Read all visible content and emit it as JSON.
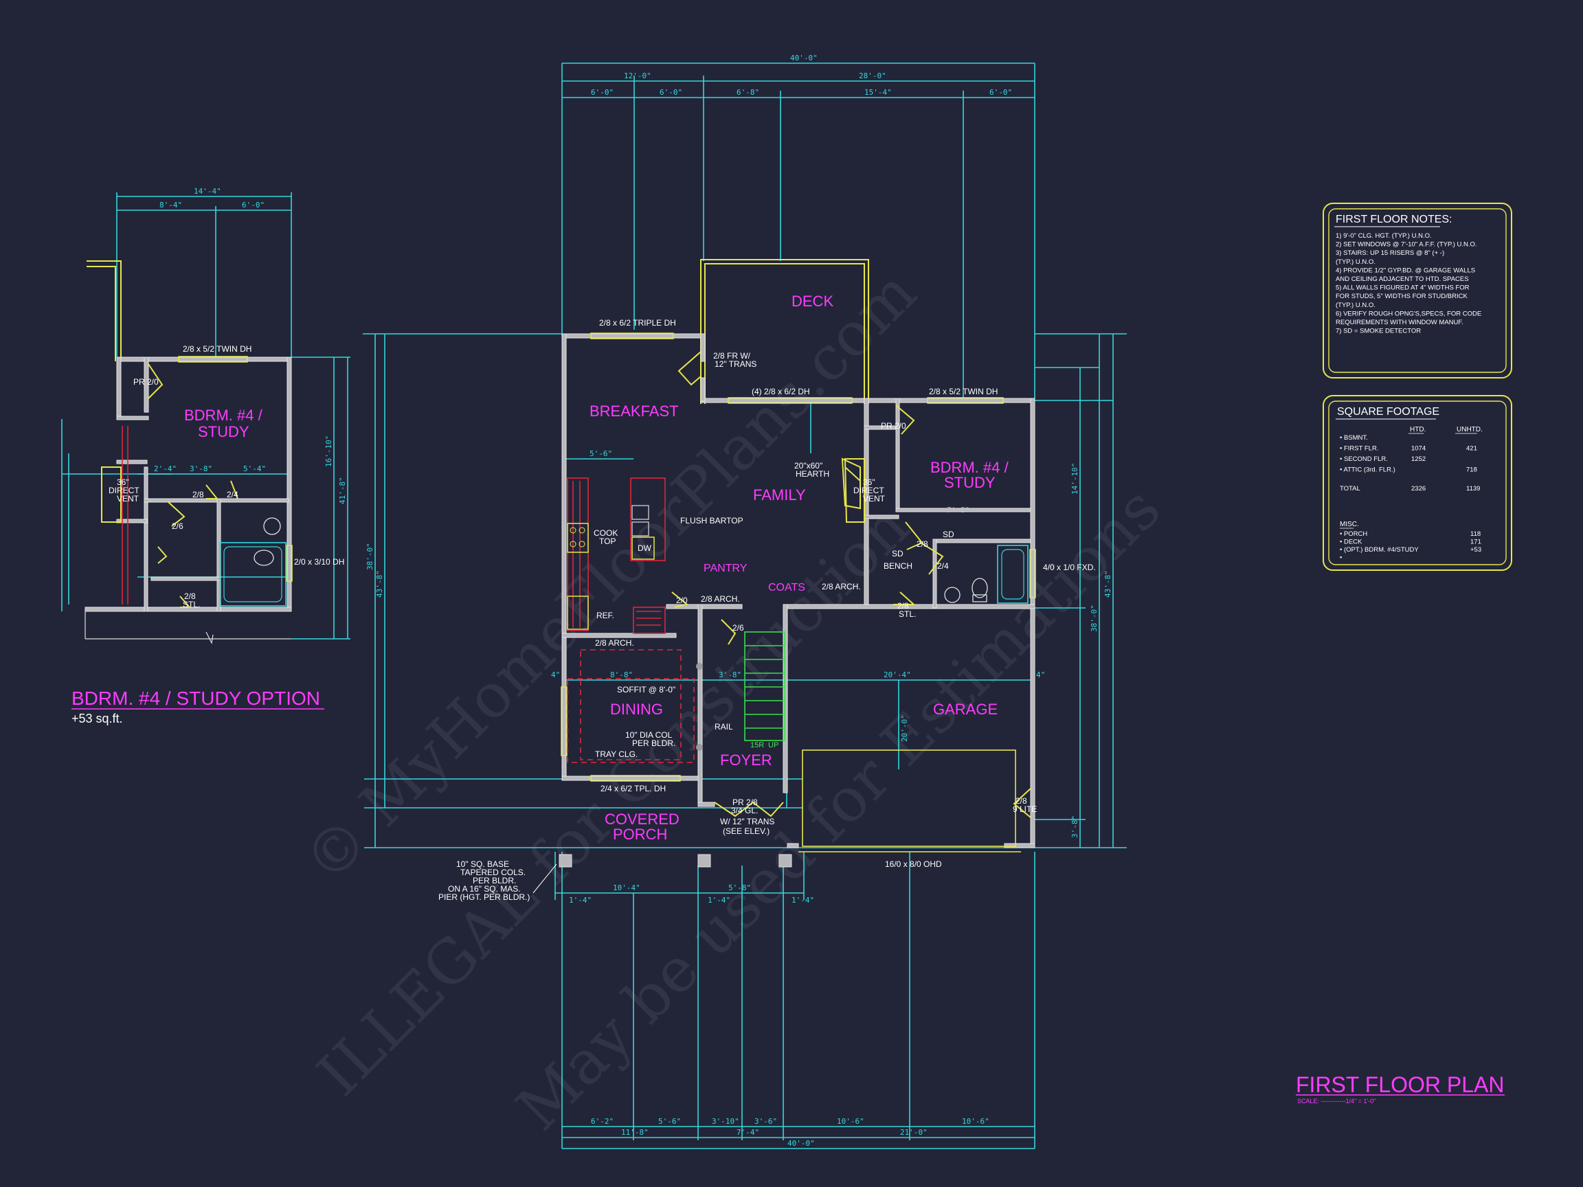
{
  "title_block": {
    "title": "FIRST FLOOR PLAN",
    "scale": "SCALE: ------------1/4\" = 1'-0\""
  },
  "watermark": [
    "© MyHomeFloorPlans.com",
    "ILLEGAL for Construction",
    "May be used for Estimations"
  ],
  "notes": {
    "title": "FIRST FLOOR NOTES:",
    "lines": [
      "1) 9'-0\" CLG. HGT. (TYP.) U.N.O.",
      "2) SET WINDOWS @ 7'-10\" A.F.F. (TYP.) U.N.O.",
      "3) STAIRS: UP 15 RISERS @ 8\" (+ -)",
      "   (TYP.) U.N.O.",
      "4) PROVIDE 1/2\" GYP.BD. @ GARAGE WALLS",
      "   AND CEILING ADJACENT TO HTD. SPACES",
      "5) ALL WALLS FIGURED AT 4\" WIDTHS FOR",
      "   FOR STUDS, 5\" WIDTHS FOR STUD/BRICK",
      "   (TYP.) U.N.O.",
      "6) VERIFY ROUGH OPNG'S,SPECS, FOR CODE",
      "   REQUIREMENTS WITH WINDOW MANUF.",
      "7) SD = SMOKE DETECTOR"
    ]
  },
  "square_footage": {
    "title": "SQUARE FOOTAGE",
    "col_htd": "HTD.",
    "col_unhtd": "UNHTD.",
    "rows": [
      {
        "label": "• BSMNT.",
        "htd": "",
        "unhtd": ""
      },
      {
        "label": "• FIRST FLR.",
        "htd": "1074",
        "unhtd": "421"
      },
      {
        "label": "• SECOND FLR.",
        "htd": "1252",
        "unhtd": ""
      },
      {
        "label": "• ATTIC (3rd. FLR.)",
        "htd": "",
        "unhtd": "718"
      },
      {
        "label": "TOTAL",
        "htd": "2326",
        "unhtd": "1139"
      }
    ],
    "misc_title": "MISC.",
    "misc": [
      {
        "label": "• PORCH",
        "val": "118"
      },
      {
        "label": "• DECK",
        "val": "171"
      },
      {
        "label": "• (OPT.) BDRM. #4/STUDY",
        "val": "+53"
      },
      {
        "label": "•",
        "val": ""
      }
    ]
  },
  "option": {
    "title": "BDRM. #4 / STUDY OPTION",
    "area": "+53 sq.ft."
  },
  "rooms": {
    "deck": "DECK",
    "breakfast": "BREAKFAST",
    "family": "FAMILY",
    "bdrm4a": "BDRM. #4 /",
    "bdrm4b": "STUDY",
    "opt_bdrm_a": "BDRM. #4 /",
    "opt_bdrm_b": "STUDY",
    "pantry": "PANTRY",
    "coats": "COATS",
    "dining": "DINING",
    "foyer": "FOYER",
    "garage": "GARAGE",
    "porch_a": "COVERED",
    "porch_b": "PORCH"
  },
  "labels": {
    "l1": "2/8 x 6/2 TRIPLE DH",
    "l2": "2/8 FR W/",
    "l3": "12\" TRANS",
    "l4": "(4) 2/8 x 6/2 DH",
    "l5": "2/8 x 5/2 TWIN DH",
    "l6": "PR 2/0",
    "l7": "20\"x60\"",
    "l8": "HEARTH",
    "l9": "36\"",
    "l10": "DIRECT",
    "l11": "VENT",
    "l12": "FLUSH BARTOP",
    "l13": "COOK",
    "l14": "TOP",
    "l15": "DW",
    "l16": "REF.",
    "l17": "2/8  ARCH.",
    "l18": "2/8  ARCH.",
    "l19": "2/8  ARCH.",
    "l20": "2/0",
    "l21": "2/6",
    "l22": "SOFFIT @ 8'-0\"",
    "l23": "10\" DIA COL",
    "l24": "PER BLDR.",
    "l25": "TRAY CLG.",
    "l26": "RAIL",
    "l27": "2/4 x 6/2 TPL. DH",
    "l28": "PR 2/8",
    "l29": "3/4 GL.",
    "l30": "W/ 12\" TRANS",
    "l31": "(SEE ELEV.)",
    "l32": "BENCH",
    "l33": "2/8",
    "l34": "2/4",
    "l35": "2/8",
    "l36": "STL.",
    "l37": "4/0 x 1/0 FXD.",
    "l38": "2/8",
    "l39": "9 LITE",
    "l40": "16/0 x 8/0 OHD",
    "l41": "SD",
    "l42": "SD",
    "l43": "10\" SQ. BASE",
    "l44": "TAPERED COLS.",
    "l45": "PER BLDR.",
    "l46": "ON A 16\" SQ. MAS.",
    "l47": "PIER (HGT. PER BLDR.)",
    "l48": "2/8 x 5/2 TWIN DH",
    "l49": "PR 2/0",
    "l50": "36\"",
    "l51": "DIRECT",
    "l52": "VENT",
    "l53": "2/8",
    "l54": "2/4",
    "l55": "2/6",
    "l56": "2/8",
    "l57": "STL.",
    "l58": "2/0 x 3/10 DH",
    "l59": "UP",
    "l60": "15R"
  },
  "dims": {
    "d1": "40'-0\"",
    "d2": "12'-0\"",
    "d3": "28'-0\"",
    "d4": "6'-0\"",
    "d5": "6'-0\"",
    "d6": "6'-8\"",
    "d7": "15'-4\"",
    "d8": "6'-0\"",
    "d9": "14'-4\"",
    "d10": "8'-4\"",
    "d11": "6'-0\"",
    "d12": "5'-6\"",
    "d13": "8'-8\"",
    "d14": "20'-4\"",
    "d15": "3'-8\"",
    "d16": "10'-4\"",
    "d17": "5'-8\"",
    "d18": "6'-2\"",
    "d19": "5'-6\"",
    "d20": "3'-10\"",
    "d21": "3'-6\"",
    "d22": "10'-6\"",
    "d23": "10'-6\"",
    "d24": "11'-8\"",
    "d25": "7'-4\"",
    "d26": "21'-0\"",
    "d27": "40'-0\"",
    "d28": "38'-0\"",
    "d29": "43'-8\"",
    "d30": "38'-0\"",
    "d31": "43'-8\"",
    "d32": "14'-10\"",
    "d33": "20'-0\"",
    "d34": "3'-8\"",
    "d35": "16'-10\"",
    "d36": "41'-8\"",
    "d37": "1'-4\"",
    "d38": "1'-4\"",
    "d39": "1'-4\"",
    "d40": "4\"",
    "d41": "4\"",
    "d42": "2'-4\"",
    "d43": "3'-8\"",
    "d44": "5'-4\"",
    "d45": "7'-8\""
  }
}
